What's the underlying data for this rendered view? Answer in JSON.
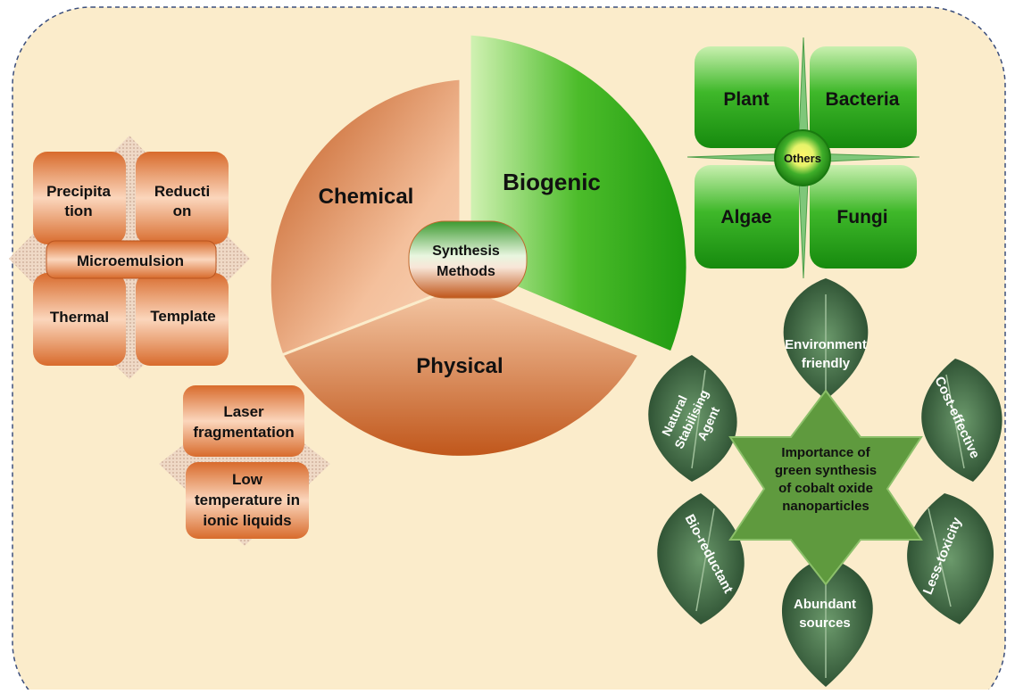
{
  "center": {
    "line1": "Synthesis",
    "line2": "Methods"
  },
  "sectors": {
    "chemical": "Chemical",
    "biogenic": "Biogenic",
    "physical": "Physical"
  },
  "chemical_methods": {
    "precipitation": [
      "Precipita",
      "tion"
    ],
    "reduction": [
      "Reducti",
      "on"
    ],
    "microemulsion": "Microemulsion",
    "thermal": "Thermal",
    "template": "Template"
  },
  "physical_methods": {
    "laser": [
      "Laser",
      "fragmentation"
    ],
    "low_temp": [
      "Low",
      "temperature in",
      "ionic liquids"
    ]
  },
  "biogenic_sources": {
    "plant": "Plant",
    "bacteria": "Bacteria",
    "algae": "Algae",
    "fungi": "Fungi",
    "others": "Others"
  },
  "importance": {
    "center": [
      "Importance of",
      "green synthesis",
      "of cobalt oxide",
      "nanoparticles"
    ],
    "env": [
      "Environment",
      "friendly"
    ],
    "cost": "Cost-effective",
    "less_toxicity": "Less-toxicity",
    "abundant": [
      "Abundant",
      "sources"
    ],
    "bio_reductant": "Bio-reductant",
    "natural": [
      "Natural",
      "Stabilising",
      "Agent"
    ]
  },
  "colors": {
    "background": "#fbeccb",
    "chemical_dark": "#c0561a",
    "chemical_light": "#f6c3a0",
    "biogenic_dark": "#1e9a10",
    "biogenic_light": "#c7f0a8",
    "leaf": "#3f6a42",
    "star": "#5f9a3e"
  }
}
